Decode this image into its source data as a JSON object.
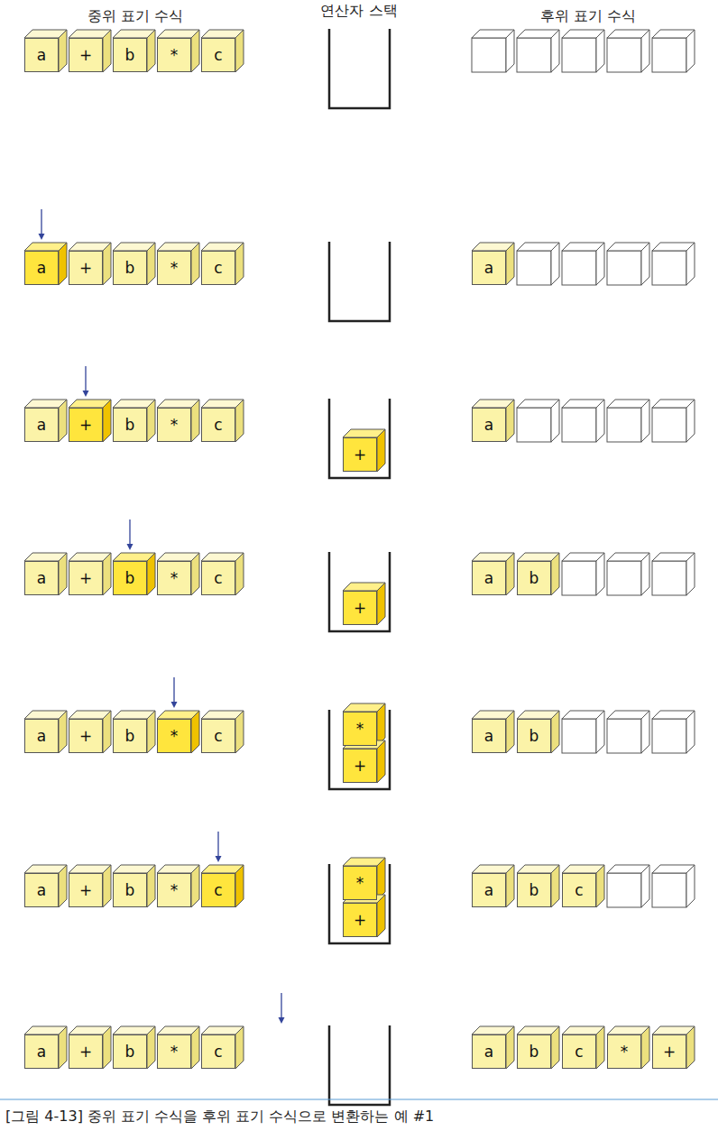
{
  "diagram": {
    "title": "연산자 스택",
    "caption": "[그림 4-13] 중위 표기 수식을 후위 표기 수식으로 변환하는 예 #1",
    "nodes": [
      {
        "text": [
          "a"
        ]
      },
      {
        "text": [
          "+"
        ]
      },
      {
        "text": [
          "b"
        ]
      },
      {
        "text": [
          "*"
        ]
      },
      {
        "text": [
          "c"
        ]
      },
      {
        "text": [
          "a"
        ]
      },
      {
        "text": [
          "+"
        ]
      },
      {
        "text": [
          "b"
        ]
      },
      {
        "text": [
          "*"
        ]
      },
      {
        "text": [
          "c"
        ]
      },
      {
        "text": [
          "a"
        ]
      },
      {
        "text": [
          "a"
        ]
      },
      {
        "text": [
          "+"
        ]
      },
      {
        "text": [
          "b"
        ]
      },
      {
        "text": [
          "*"
        ]
      },
      {
        "text": [
          "c"
        ]
      },
      {
        "text": [
          "+"
        ]
      },
      {
        "text": [
          "a"
        ]
      },
      {
        "text": [
          "a"
        ]
      },
      {
        "text": [
          "+"
        ]
      },
      {
        "text": [
          "b"
        ]
      },
      {
        "text": [
          "*"
        ]
      },
      {
        "text": [
          "c"
        ]
      },
      {
        "text": [
          "+"
        ]
      },
      {
        "text": [
          "a"
        ]
      },
      {
        "text": [
          "b"
        ]
      },
      {
        "text": [
          "a"
        ]
      },
      {
        "text": [
          "+"
        ]
      },
      {
        "text": [
          "b"
        ]
      },
      {
        "text": [
          "*"
        ]
      },
      {
        "text": [
          "c"
        ]
      },
      {
        "text": [
          "*"
        ]
      },
      {
        "text": [
          "+"
        ]
      },
      {
        "text": [
          "a"
        ]
      },
      {
        "text": [
          "b"
        ]
      },
      {
        "text": [
          "a"
        ]
      },
      {
        "text": [
          "+"
        ]
      },
      {
        "text": [
          "b"
        ]
      },
      {
        "text": [
          "*"
        ]
      },
      {
        "text": [
          "c"
        ]
      },
      {
        "text": [
          "*"
        ]
      },
      {
        "text": [
          "+"
        ]
      },
      {
        "text": [
          "a"
        ]
      },
      {
        "text": [
          "b"
        ]
      },
      {
        "text": [
          "c"
        ]
      },
      {
        "text": [
          "a"
        ]
      },
      {
        "text": [
          "+"
        ]
      },
      {
        "text": [
          "b"
        ]
      },
      {
        "text": [
          "*"
        ]
      },
      {
        "text": [
          "c"
        ]
      },
      {
        "text": [
          "a"
        ]
      },
      {
        "text": [
          "b"
        ]
      },
      {
        "text": [
          "c"
        ]
      },
      {
        "text": [
          "*"
        ]
      },
      {
        "text": [
          "+"
        ]
      }
    ],
    "labels": [
      "중위 표기 수식",
      "후위 표기 수식"
    ]
  }
}
